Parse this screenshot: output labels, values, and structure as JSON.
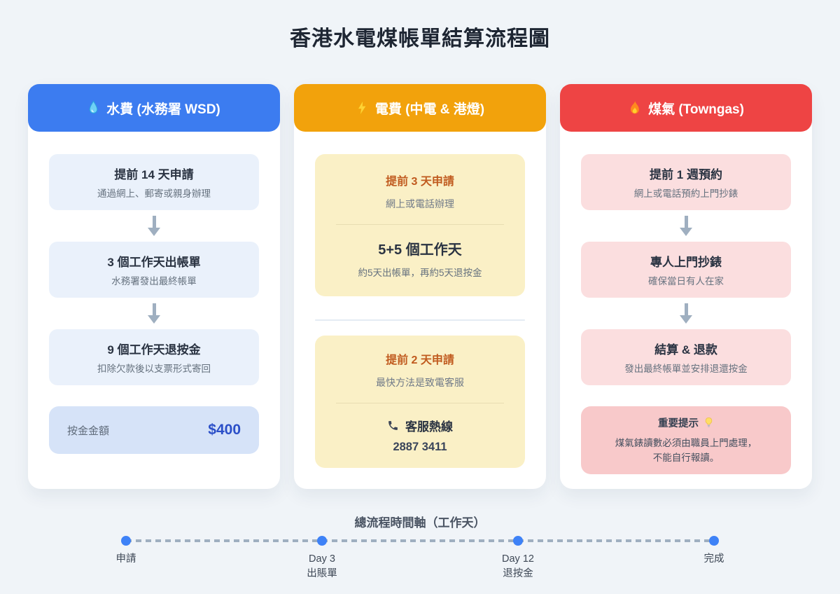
{
  "page": {
    "title": "香港水電煤帳單結算流程圖"
  },
  "colors": {
    "background": "#f0f4f8",
    "water_header": "#3c7cf0",
    "electric_header": "#f2a20c",
    "gas_header": "#ee4444",
    "water_step_bg": "#eaf1fb",
    "gas_step_bg": "#fbdedf",
    "electric_panel_bg": "#faf0c6",
    "deposit_bg": "#d6e3f8",
    "note_bg": "#f8c9ca",
    "deposit_value_color": "#2b4fc8",
    "panel_title_color": "#c05a1e",
    "timeline_dot": "#3e82f7"
  },
  "columns": [
    {
      "header": {
        "icon": "water-drop",
        "label": "水費 (水務署 WSD)"
      },
      "steps": [
        {
          "title": "提前 14 天申請",
          "desc": "通過網上、郵寄或親身辦理"
        },
        {
          "title": "3 個工作天出帳單",
          "desc": "水務署發出最終帳單"
        },
        {
          "title": "9 個工作天退按金",
          "desc": "扣除欠款後以支票形式寄回"
        }
      ],
      "deposit": {
        "label": "按金金額",
        "value": "$400"
      }
    },
    {
      "header": {
        "icon": "lightning",
        "label": "電費 (中電 & 港燈)"
      },
      "panels": [
        {
          "title": "提前 3 天申請",
          "desc": "網上或電話辦理",
          "big_title": "5+5 個工作天",
          "small_desc": "約5天出帳單，再約5天退按金"
        },
        {
          "title": "提前 2 天申請",
          "desc": "最快方法是致電客服",
          "hotline_icon": "phone",
          "hotline_label": "客服熱線",
          "hotline_number": "2887 3411"
        }
      ]
    },
    {
      "header": {
        "icon": "fire",
        "label": "煤氣 (Towngas)"
      },
      "steps": [
        {
          "title": "提前 1 週預約",
          "desc": "網上或電話預約上門抄錶"
        },
        {
          "title": "專人上門抄錶",
          "desc": "確保當日有人在家"
        },
        {
          "title": "結算 & 退款",
          "desc": "發出最終帳單並安排退還按金"
        }
      ],
      "note": {
        "title": "重要提示",
        "icon": "light-bulb",
        "line1": "煤氣錶讀數必須由職員上門處理，",
        "line2": "不能自行報讀。"
      }
    }
  ],
  "timeline": {
    "title": "總流程時間軸（工作天）",
    "milestones": [
      {
        "label": "申請",
        "sublabel": ""
      },
      {
        "label": "Day 3",
        "sublabel": "出賬單"
      },
      {
        "label": "Day 12",
        "sublabel": "退按金"
      },
      {
        "label": "完成",
        "sublabel": ""
      }
    ]
  }
}
